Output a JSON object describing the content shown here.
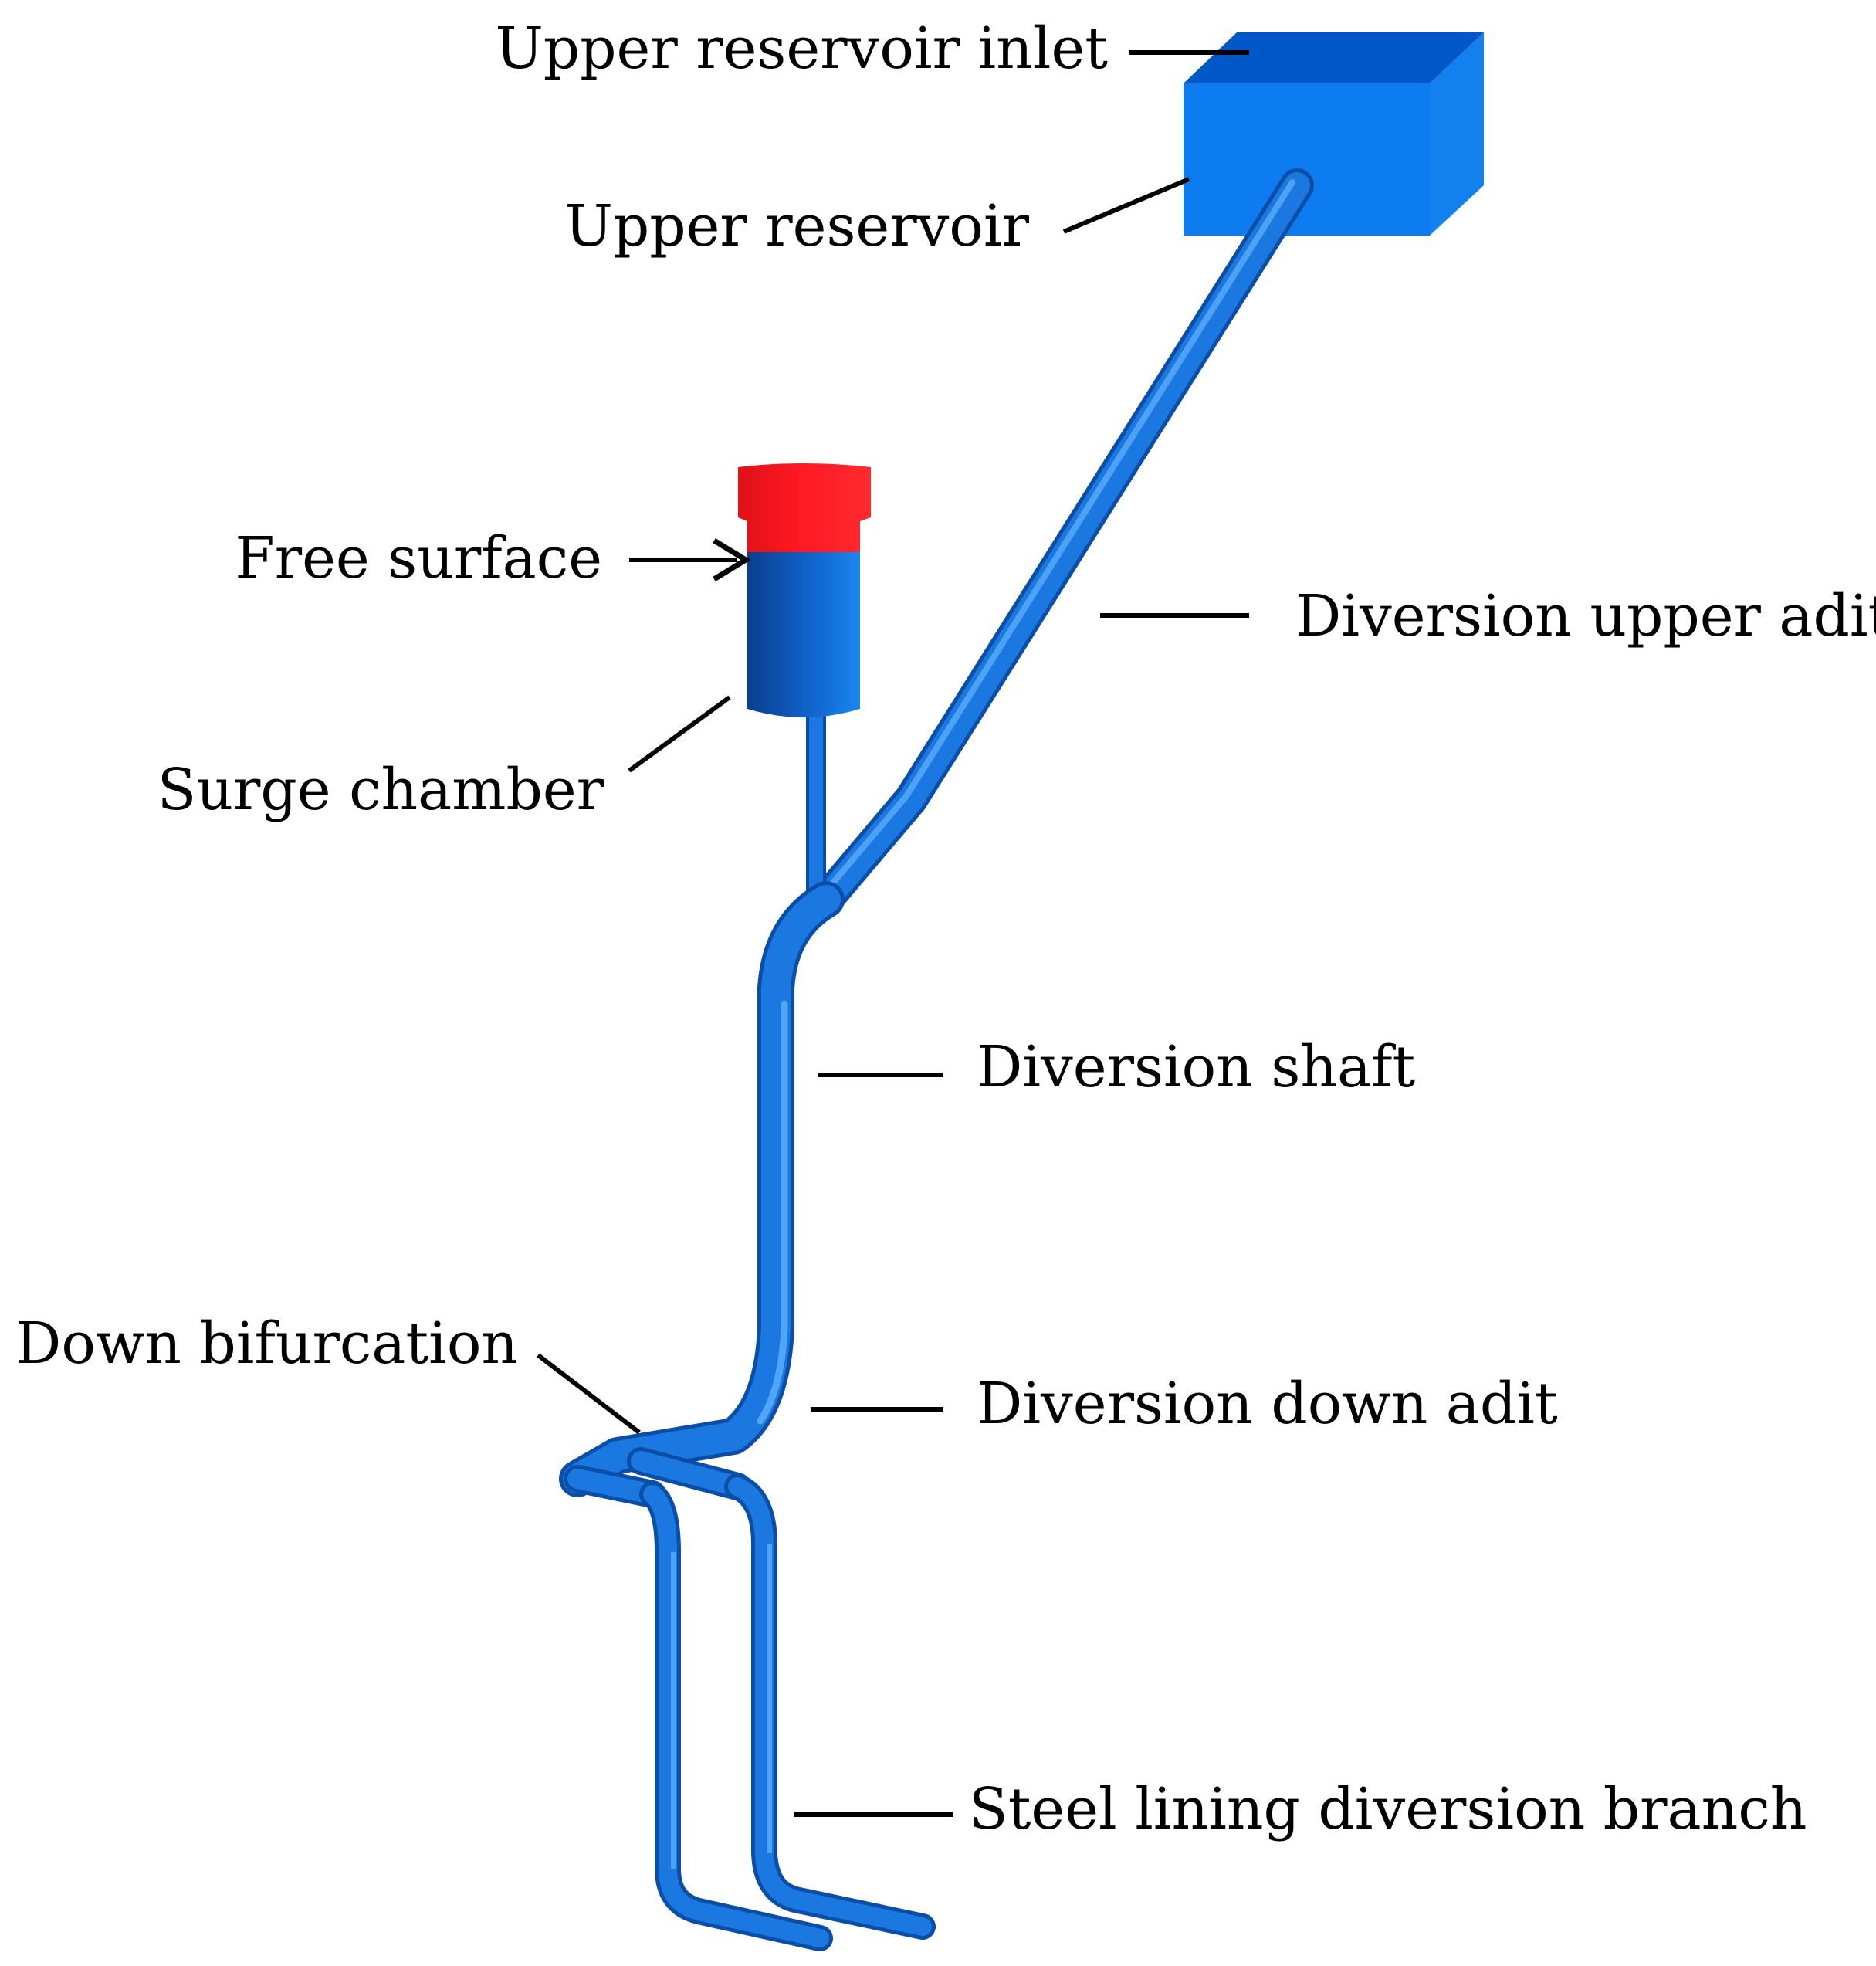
{
  "labels": {
    "upper_reservoir_inlet": "Upper reservoir inlet",
    "upper_reservoir": "Upper reservoir",
    "free_surface": "Free surface",
    "surge_chamber": "Surge chamber",
    "diversion_upper_adit": "Diversion upper adit",
    "diversion_shaft": "Diversion shaft",
    "down_bifurcation": "Down bifurcation",
    "diversion_down_adit": "Diversion down adit",
    "steel_lining_diversion_branch": "Steel lining diversion branch"
  },
  "colors": {
    "pipe_main": "#1a78e0",
    "pipe_highlight": "#64b4ff",
    "pipe_shadow": "#0a4ea8",
    "reservoir_front": "#0c7cf0",
    "reservoir_top": "#0057c8",
    "reservoir_side": "#1280ee",
    "free_surface": "#ff1a24",
    "surge_dark": "#0a3f8f",
    "surge_light": "#1680ea",
    "leader_line": "#000000",
    "background": "#ffffff"
  }
}
